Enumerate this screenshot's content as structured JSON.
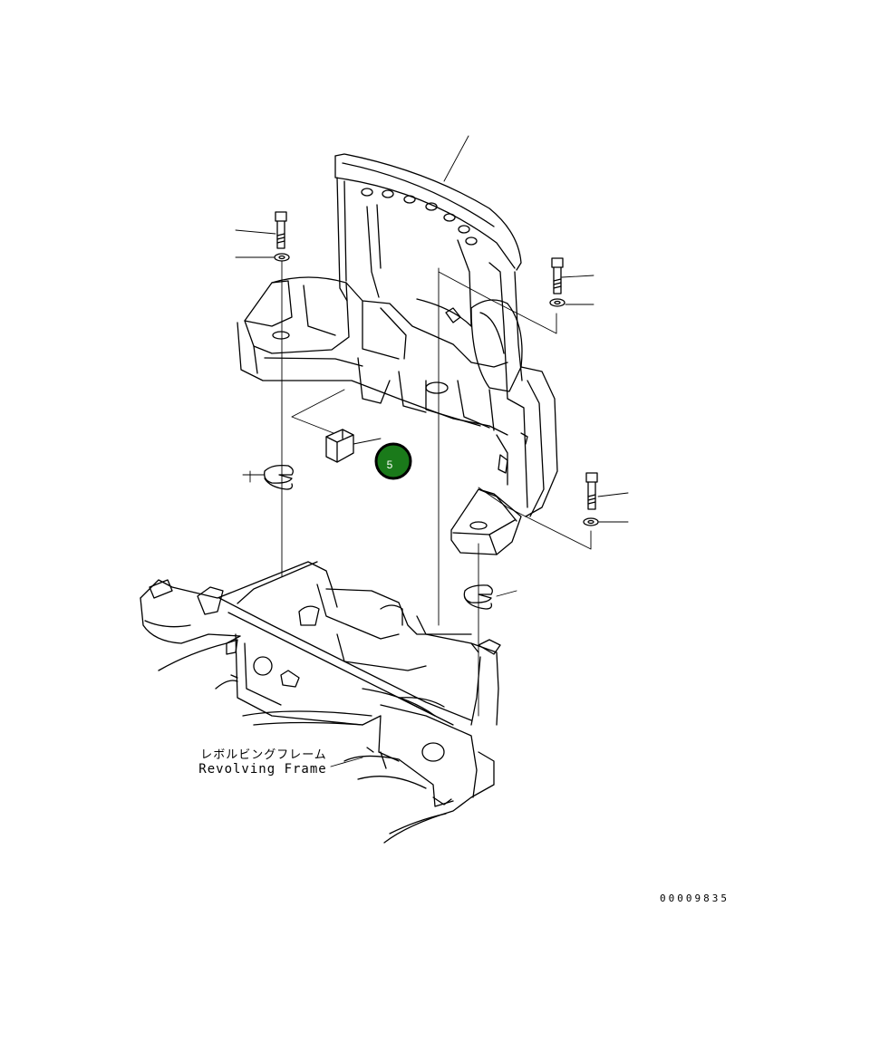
{
  "labels": {
    "frame_jp": "レボルビングフレーム",
    "frame_en": "Revolving Frame",
    "document_number": "00009835"
  },
  "callout": {
    "number": "5",
    "fill_color": "#1a7a1a",
    "ring_color": "#000000"
  },
  "colors": {
    "line": "#000000",
    "background": "#ffffff"
  }
}
